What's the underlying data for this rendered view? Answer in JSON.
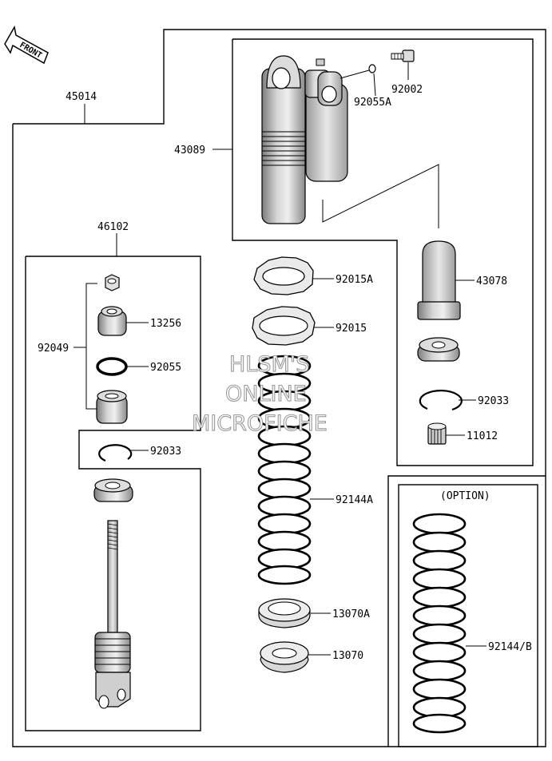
{
  "orientation": {
    "front_label": "FRONT"
  },
  "callouts": {
    "assembly": "45014",
    "reservoir": "43089",
    "oring_small": "92055A",
    "bolt": "92002",
    "damper_assy": "46102",
    "nut": "13256",
    "seal_group": "92049",
    "oring": "92055",
    "circlip_left": "92033",
    "spring_nut": "92015A",
    "spring_locknut": "92015",
    "bladder": "43078",
    "circlip_right": "92033",
    "bushing": "11012",
    "spring": "92144A",
    "seat_upper": "13070A",
    "seat_lower": "13070",
    "option_label": "(OPTION)",
    "option_spring": "92144/B"
  },
  "watermark": {
    "line1": "HLSM'S",
    "line2": "ONLINE",
    "line3": "MICROFICHE"
  }
}
